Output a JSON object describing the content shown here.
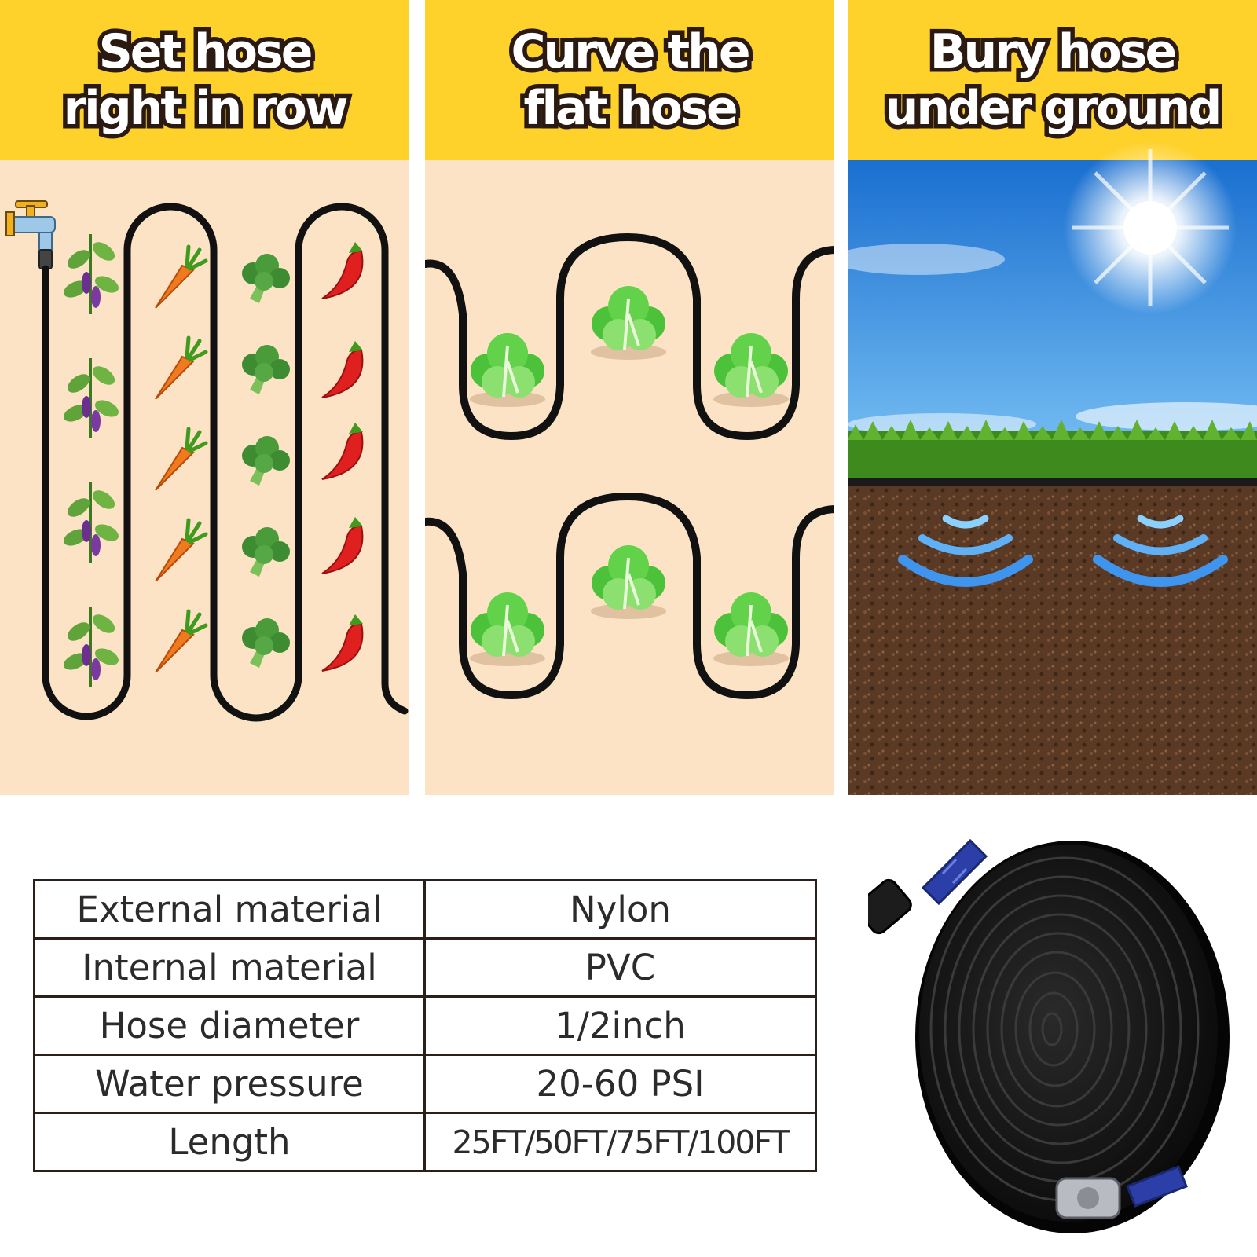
{
  "panels": [
    {
      "title": "Set hose\nright in row"
    },
    {
      "title": "Curve the\nflat hose"
    },
    {
      "title": "Bury hose\nunder ground"
    }
  ],
  "specs": [
    {
      "label": "External material",
      "value": "Nylon"
    },
    {
      "label": "Internal material",
      "value": "PVC"
    },
    {
      "label": "Hose diameter",
      "value": "1/2inch"
    },
    {
      "label": "Water pressure",
      "value": "20-60 PSI"
    },
    {
      "label": "Length",
      "value": "25FT/50FT/75FT/100FT"
    }
  ],
  "colors": {
    "header": "#fed22b",
    "panel_bg": "#fde3c6",
    "hose": "#111111",
    "soil": "#5a3a24",
    "grass": "#3f8a1c",
    "sky": "#1f7fd8",
    "water_wave": "#4aa6ee",
    "connector": "#2c3fa8"
  },
  "icons": [
    "faucet-icon",
    "eggplant-icon",
    "carrot-icon",
    "broccoli-icon",
    "chili-pepper-icon",
    "lettuce-icon",
    "sun-icon",
    "water-wave-icon",
    "coiled-hose-icon"
  ]
}
